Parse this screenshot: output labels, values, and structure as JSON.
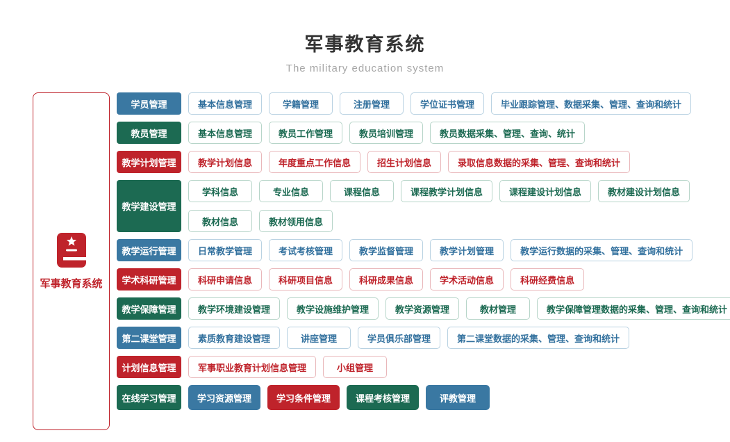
{
  "header": {
    "title": "军事教育系统",
    "subtitle": "The military education system"
  },
  "sidebar": {
    "label": "军事教育系统",
    "icon": "book-star-icon"
  },
  "colors": {
    "blue": "#3A78A2",
    "blue_text": "#33719E",
    "green": "#1C6A52",
    "red": "#BF232B",
    "blue_border": "#B9D2E2",
    "green_border": "#B7D5C9",
    "red_border": "#E9B7BA",
    "title": "#333333",
    "subtitle": "#A6A6A6"
  },
  "rows": [
    {
      "category": {
        "label": "学员管理",
        "color": "blue"
      },
      "items": [
        {
          "label": "基本信息管理",
          "color": "blue",
          "variant": "outline",
          "line": 1
        },
        {
          "label": "学籍管理",
          "color": "blue",
          "variant": "outline",
          "line": 1
        },
        {
          "label": "注册管理",
          "color": "blue",
          "variant": "outline",
          "line": 1
        },
        {
          "label": "学位证书管理",
          "color": "blue",
          "variant": "outline",
          "line": 1
        },
        {
          "label": "毕业跟踪管理、数据采集、管理、查询和统计",
          "color": "blue",
          "variant": "outline",
          "line": 1
        }
      ]
    },
    {
      "category": {
        "label": "教员管理",
        "color": "green"
      },
      "items": [
        {
          "label": "基本信息管理",
          "color": "green",
          "variant": "outline",
          "line": 1
        },
        {
          "label": "教员工作管理",
          "color": "green",
          "variant": "outline",
          "line": 1
        },
        {
          "label": "教员培训管理",
          "color": "green",
          "variant": "outline",
          "line": 1
        },
        {
          "label": "教员数据采集、管理、查询、统计",
          "color": "green",
          "variant": "outline",
          "line": 1
        }
      ]
    },
    {
      "category": {
        "label": "教学计划管理",
        "color": "red"
      },
      "items": [
        {
          "label": "教学计划信息",
          "color": "red",
          "variant": "outline",
          "line": 1
        },
        {
          "label": "年度重点工作信息",
          "color": "red",
          "variant": "outline",
          "line": 1
        },
        {
          "label": "招生计划信息",
          "color": "red",
          "variant": "outline",
          "line": 1
        },
        {
          "label": "录取信息数据的采集、管理、查询和统计",
          "color": "red",
          "variant": "outline",
          "line": 1
        }
      ]
    },
    {
      "category": {
        "label": "教学建设管理",
        "color": "green"
      },
      "items": [
        {
          "label": "学科信息",
          "color": "green",
          "variant": "outline",
          "line": 1
        },
        {
          "label": "专业信息",
          "color": "green",
          "variant": "outline",
          "line": 1
        },
        {
          "label": "课程信息",
          "color": "green",
          "variant": "outline",
          "line": 1
        },
        {
          "label": "课程教学计划信息",
          "color": "green",
          "variant": "outline",
          "line": 1
        },
        {
          "label": "课程建设计划信息",
          "color": "green",
          "variant": "outline",
          "line": 1
        },
        {
          "label": "教材建设计划信息",
          "color": "green",
          "variant": "outline",
          "line": 1
        },
        {
          "label": "教材信息",
          "color": "green",
          "variant": "outline",
          "line": 2
        },
        {
          "label": "教材领用信息",
          "color": "green",
          "variant": "outline",
          "line": 2
        }
      ]
    },
    {
      "category": {
        "label": "教学运行管理",
        "color": "blue"
      },
      "items": [
        {
          "label": "日常教学管理",
          "color": "blue",
          "variant": "outline",
          "line": 1
        },
        {
          "label": "考试考核管理",
          "color": "blue",
          "variant": "outline",
          "line": 1
        },
        {
          "label": "教学监督管理",
          "color": "blue",
          "variant": "outline",
          "line": 1
        },
        {
          "label": "教学计划管理",
          "color": "blue",
          "variant": "outline",
          "line": 1
        },
        {
          "label": "教学运行数据的采集、管理、查询和统计",
          "color": "blue",
          "variant": "outline",
          "line": 1
        }
      ]
    },
    {
      "category": {
        "label": "学术科研管理",
        "color": "red"
      },
      "items": [
        {
          "label": "科研申请信息",
          "color": "red",
          "variant": "outline",
          "line": 1
        },
        {
          "label": "科研项目信息",
          "color": "red",
          "variant": "outline",
          "line": 1
        },
        {
          "label": "科研成果信息",
          "color": "red",
          "variant": "outline",
          "line": 1
        },
        {
          "label": "学术活动信息",
          "color": "red",
          "variant": "outline",
          "line": 1
        },
        {
          "label": "科研经费信息",
          "color": "red",
          "variant": "outline",
          "line": 1
        }
      ]
    },
    {
      "category": {
        "label": "教学保障管理",
        "color": "green"
      },
      "items": [
        {
          "label": "教学环境建设管理",
          "color": "green",
          "variant": "outline",
          "line": 1
        },
        {
          "label": "教学设施维护管理",
          "color": "green",
          "variant": "outline",
          "line": 1
        },
        {
          "label": "教学资源管理",
          "color": "green",
          "variant": "outline",
          "line": 1
        },
        {
          "label": "教材管理",
          "color": "green",
          "variant": "outline",
          "line": 1
        },
        {
          "label": "教学保障管理数据的采集、管理、查询和统计",
          "color": "green",
          "variant": "outline",
          "line": 1
        }
      ]
    },
    {
      "category": {
        "label": "第二课堂管理",
        "color": "blue"
      },
      "items": [
        {
          "label": "素质教育建设管理",
          "color": "blue",
          "variant": "outline",
          "line": 1
        },
        {
          "label": "讲座管理",
          "color": "blue",
          "variant": "outline",
          "line": 1
        },
        {
          "label": "学员俱乐部管理",
          "color": "blue",
          "variant": "outline",
          "line": 1
        },
        {
          "label": "第二课堂数据的采集、管理、查询和统计",
          "color": "blue",
          "variant": "outline",
          "line": 1
        }
      ]
    },
    {
      "category": {
        "label": "计划信息管理",
        "color": "red"
      },
      "items": [
        {
          "label": "军事职业教育计划信息管理",
          "color": "red",
          "variant": "outline",
          "line": 1
        },
        {
          "label": "小组管理",
          "color": "red",
          "variant": "outline",
          "line": 1
        }
      ]
    },
    {
      "category": {
        "label": "在线学习管理",
        "color": "green"
      },
      "items": [
        {
          "label": "学习资源管理",
          "color": "blue",
          "variant": "solid",
          "line": 1
        },
        {
          "label": "学习条件管理",
          "color": "red",
          "variant": "solid",
          "line": 1
        },
        {
          "label": "课程考核管理",
          "color": "green",
          "variant": "solid",
          "line": 1
        },
        {
          "label": "评教管理",
          "color": "blue",
          "variant": "solid",
          "line": 1
        }
      ]
    }
  ]
}
